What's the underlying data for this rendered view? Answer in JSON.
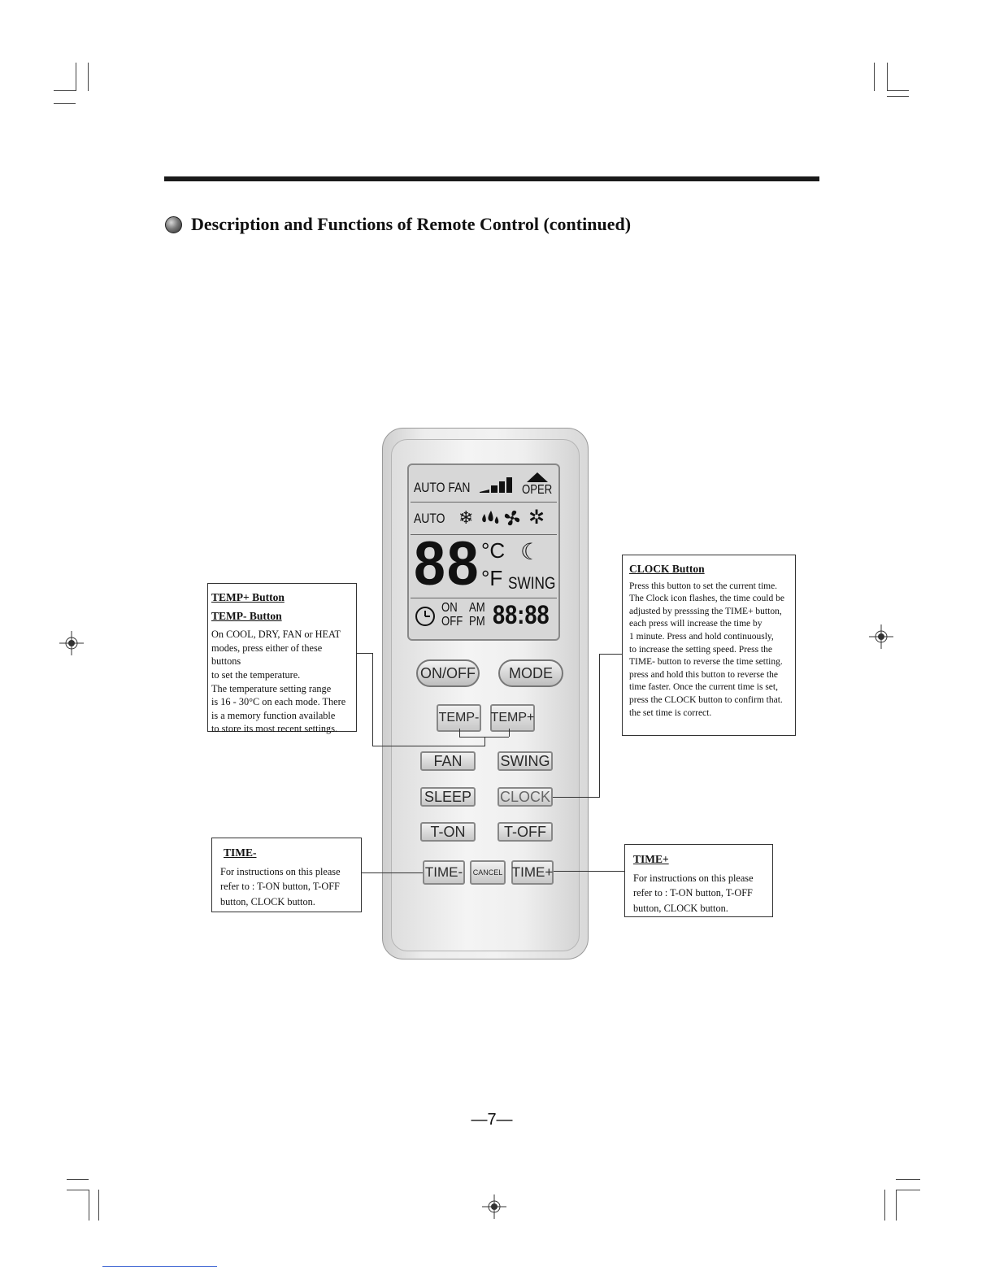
{
  "heading": "Description and Functions of Remote Control (continued)",
  "page_number": "—7—",
  "remote": {
    "lcd": {
      "auto_fan": "AUTO FAN",
      "oper": "OPER",
      "auto_mode": "AUTO",
      "mode_icons": [
        "snowflake-icon",
        "drop-icon",
        "fan-icon",
        "sun-icon"
      ],
      "temp_digits": "88",
      "celsius": "°C",
      "fahrenheit": "°F",
      "swing": "SWING",
      "on": "ON",
      "off": "OFF",
      "am": "AM",
      "pm": "PM",
      "time_digits": "88:88"
    },
    "buttons": {
      "on_off": "ON/OFF",
      "mode": "MODE",
      "temp_minus": "TEMP-",
      "temp_plus": "TEMP+",
      "fan": "FAN",
      "swing": "SWING",
      "sleep": "SLEEP",
      "clock": "CLOCK",
      "t_on": "T-ON",
      "t_off": "T-OFF",
      "time_minus": "TIME-",
      "cancel": "CANCEL",
      "time_plus": "TIME+"
    }
  },
  "callouts": {
    "temp": {
      "title1": "TEMP+ Button",
      "title2": "TEMP- Button",
      "lines": [
        "On COOL, DRY, FAN or HEAT",
        "modes, press either of these buttons",
        "to set the temperature.",
        "The temperature setting range",
        "is 16 - 30°C on each mode. There",
        "is a memory function available",
        "to store its most recent settings."
      ]
    },
    "clock": {
      "title": "CLOCK Button",
      "lines": [
        "Press this button to set the current time.",
        "The Clock icon flashes, the time could be",
        "adjusted by presssing the TIME+ button,",
        "each press will increase the time by",
        "1 minute. Press and hold continuously,",
        "to increase the setting speed. Press the",
        "TIME- button to reverse the time setting.",
        "press and hold this button to reverse the",
        "time faster. Once the current time is set,",
        "press the CLOCK button to confirm that.",
        "the set time is correct."
      ]
    },
    "time_minus": {
      "title": "TIME-",
      "lines": [
        "For instructions on this please",
        "refer to : T-ON button, T-OFF",
        "button, CLOCK button."
      ]
    },
    "time_plus": {
      "title": "TIME+",
      "lines": [
        "For instructions on this please",
        "refer to : T-ON button, T-OFF",
        "button, CLOCK button."
      ]
    }
  }
}
